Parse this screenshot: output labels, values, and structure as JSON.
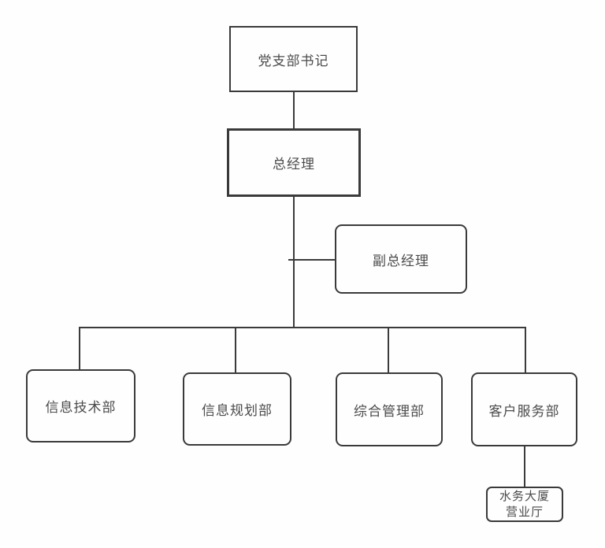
{
  "diagram": {
    "type": "org-chart",
    "background_color": "#fefefe",
    "line_color": "#3b3b3b",
    "box_border_color": "#3a3a3a",
    "text_color": "#4b4b4b",
    "nodes": [
      {
        "id": "party-branch-secretary",
        "label": "党支部书记",
        "shape": "rectangle"
      },
      {
        "id": "general-manager",
        "label": "总经理",
        "shape": "rectangle-bold"
      },
      {
        "id": "deputy-general-manager",
        "label": "副总经理",
        "shape": "rounded"
      },
      {
        "id": "information-technology-dept",
        "label": "信息技术部",
        "shape": "rounded"
      },
      {
        "id": "information-planning-dept",
        "label": "信息规划部",
        "shape": "rounded"
      },
      {
        "id": "general-management-dept",
        "label": "综合管理部",
        "shape": "rounded"
      },
      {
        "id": "customer-service-dept",
        "label": "客户服务部",
        "shape": "rounded"
      },
      {
        "id": "water-building-business-hall",
        "label": "水务大厦营业厅",
        "line1": "水务大厦",
        "line2": "营业厅",
        "shape": "rounded-small"
      }
    ],
    "edges": [
      {
        "from": "party-branch-secretary",
        "to": "general-manager"
      },
      {
        "from": "general-manager",
        "to": "deputy-general-manager"
      },
      {
        "from": "general-manager",
        "to": "information-technology-dept"
      },
      {
        "from": "general-manager",
        "to": "information-planning-dept"
      },
      {
        "from": "general-manager",
        "to": "general-management-dept"
      },
      {
        "from": "general-manager",
        "to": "customer-service-dept"
      },
      {
        "from": "customer-service-dept",
        "to": "water-building-business-hall"
      }
    ]
  }
}
